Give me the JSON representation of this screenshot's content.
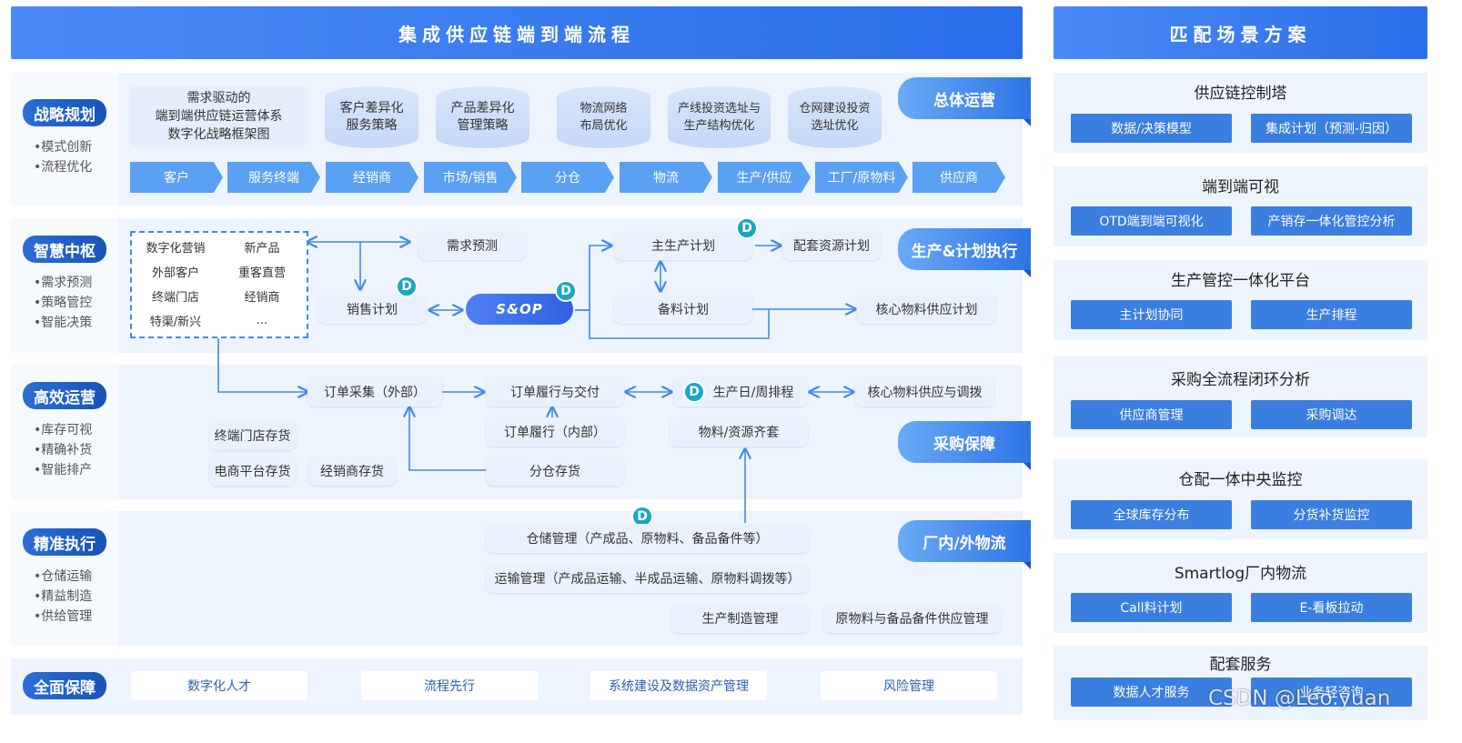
{
  "header_main": "集成供应链端到端流程",
  "header_right": "匹配场景方案",
  "rows": [
    {
      "title": "战略规划",
      "items": [
        "•模式创新",
        "•流程优化"
      ]
    },
    {
      "title": "智慧中枢",
      "items": [
        "•需求预测",
        "•策略管控",
        "•智能决策"
      ]
    },
    {
      "title": "高效运营",
      "items": [
        "•库存可视",
        "•精确补货",
        "•智能排产"
      ]
    },
    {
      "title": "精准执行",
      "items": [
        "•仓储运输",
        "•精益制造",
        "•供给管理"
      ]
    },
    {
      "title": "全面保障",
      "items": []
    }
  ],
  "strategy": {
    "framework": "需求驱动的\n端到端供应链运营体系\n数字化战略框架图",
    "cylinders": [
      "客户差异化\n服务策略",
      "产品差异化\n管理策略",
      "物流网络\n布局优化",
      "产线投资选址与\n生产结构优化",
      "仓网建设投资\n选址优化"
    ],
    "chevrons": [
      "客户",
      "服务终端",
      "经销商",
      "市场/销售",
      "分仓",
      "物流",
      "生产/供应",
      "工厂/原物料",
      "供应商"
    ],
    "tag": "总体运营"
  },
  "hub": {
    "grid": [
      "数字化营销",
      "新产品",
      "外部客户",
      "重客直营",
      "终端门店",
      "经销商",
      "特渠/新兴",
      "..."
    ],
    "demand_forecast": "需求预测",
    "sales_plan": "销售计划",
    "snop": "S&OP",
    "master_plan": "主生产计划",
    "supporting_plan": "配套资源计划",
    "material_plan": "备料计划",
    "core_supply_plan": "核心物料供应计划",
    "tag": "生产&计划执行",
    "badge": "D"
  },
  "ops": {
    "order_collect": "订单采集（外部）",
    "order_fulfill": "订单履行与交付",
    "production_schedule": "生产日/周排程",
    "core_supply": "核心物料供应与调拨",
    "order_internal": "订单履行（内部）",
    "material_kit": "物料/资源齐套",
    "store_inventory": "终端门店存货",
    "ecom_inventory": "电商平台存货",
    "dealer_inventory": "经销商存货",
    "branch_inventory": "分仓存货",
    "tag": "采购保障"
  },
  "exec": {
    "warehouse": "仓储管理（产成品、原物料、备品备件等）",
    "transport": "运输管理（产成品运输、半成品运输、原物料调拨等）",
    "manufacturing": "生产制造管理",
    "material_supply": "原物料与备品备件供应管理",
    "tag": "厂内/外物流"
  },
  "guarantee": [
    "数字化人才",
    "流程先行",
    "系统建设及数据资产管理",
    "风险管理"
  ],
  "scenarios": [
    {
      "title": "供应链控制塔",
      "buttons": [
        "数据/决策模型",
        "集成计划（预测-归因）"
      ]
    },
    {
      "title": "端到端可视",
      "buttons": [
        "OTD端到端可视化",
        "产销存一体化管控分析"
      ]
    },
    {
      "title": "生产管控一体化平台",
      "buttons": [
        "主计划协同",
        "生产排程"
      ]
    },
    {
      "title": "采购全流程闭环分析",
      "buttons": [
        "供应商管理",
        "采购调达"
      ]
    },
    {
      "title": "仓配一体中央监控",
      "buttons": [
        "全球库存分布",
        "分货补货监控"
      ]
    },
    {
      "title": "Smartlog厂内物流",
      "buttons": [
        "Call料计划",
        "E-看板拉动"
      ]
    },
    {
      "title": "配套服务",
      "buttons": [
        "数据人才服务",
        "业务轻咨询"
      ]
    }
  ],
  "watermark": "CSDN @Leo.yuan"
}
